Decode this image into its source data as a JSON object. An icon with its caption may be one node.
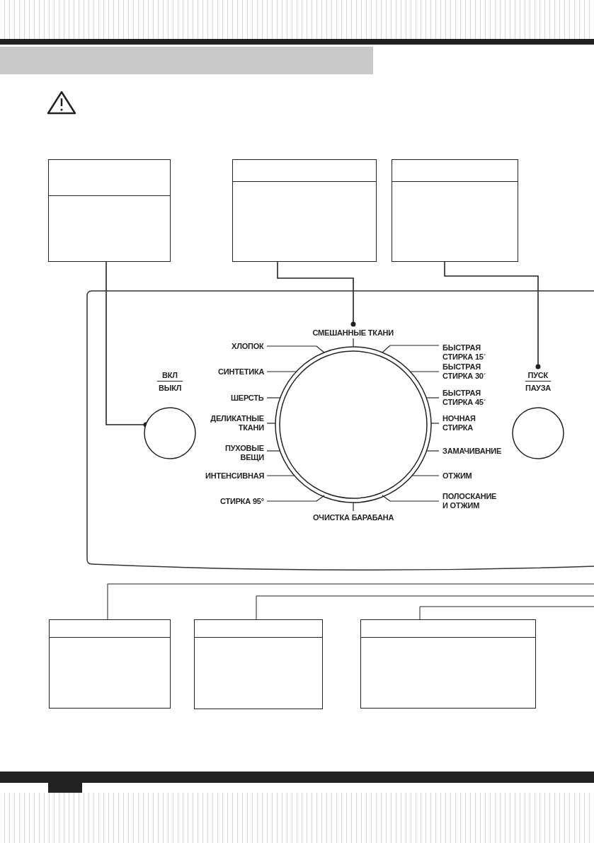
{
  "diagram": {
    "nodes": [
      {
        "text": [],
        "shape": "bar"
      },
      {
        "text": [],
        "shape": "box"
      },
      {
        "text": [],
        "shape": "box"
      },
      {
        "text": [],
        "shape": "box"
      },
      {
        "text": [],
        "shape": "box"
      },
      {
        "text": [],
        "shape": "circle",
        "in": 4,
        "beside": [
          "ВКЛ",
          "ВЫКЛ"
        ]
      },
      {
        "text": [],
        "shape": "circle",
        "in": 4,
        "beside": [
          "СМЕШАННЫЕ ТКАНИ",
          "ХЛОПОК",
          "СИНТЕТИКА",
          "ШЕРСТЬ",
          "ДЕЛИКАТНЫЕ ТКАНИ",
          "ПУХОВЫЕ ВЕЩИ",
          "ИНТЕНСИВНАЯ",
          "СТИРКА 95°",
          "БЫСТРАЯ СТИРКА 15´",
          "БЫСТРАЯ СТИРКА 30´",
          "БЫСТРАЯ СТИРКА 45´",
          "НОЧНАЯ СТИРКА",
          "ЗАМАЧИВАНИЕ",
          "ОТЖИМ",
          "ПОЛОСКАНИЕ И ОТЖИМ",
          "ОЧИСТКА БАРАБАНА"
        ]
      },
      {
        "text": [],
        "shape": "circle",
        "in": 4,
        "beside": [
          "ПУСК",
          "ПАУЗА"
        ]
      },
      {
        "text": [],
        "shape": "box"
      },
      {
        "text": [],
        "shape": "box"
      },
      {
        "text": [],
        "shape": "box"
      }
    ],
    "edges": [
      {
        "from": 1,
        "to": 5,
        "arrow": "other"
      },
      {
        "from": 2,
        "to": 6,
        "arrow": "other"
      },
      {
        "from": 3,
        "to": 7,
        "arrow": "other"
      },
      {
        "from": 8,
        "to": null,
        "arrow": "none"
      },
      {
        "from": 9,
        "to": null,
        "arrow": "none"
      },
      {
        "from": 10,
        "to": null,
        "arrow": "none"
      }
    ]
  }
}
